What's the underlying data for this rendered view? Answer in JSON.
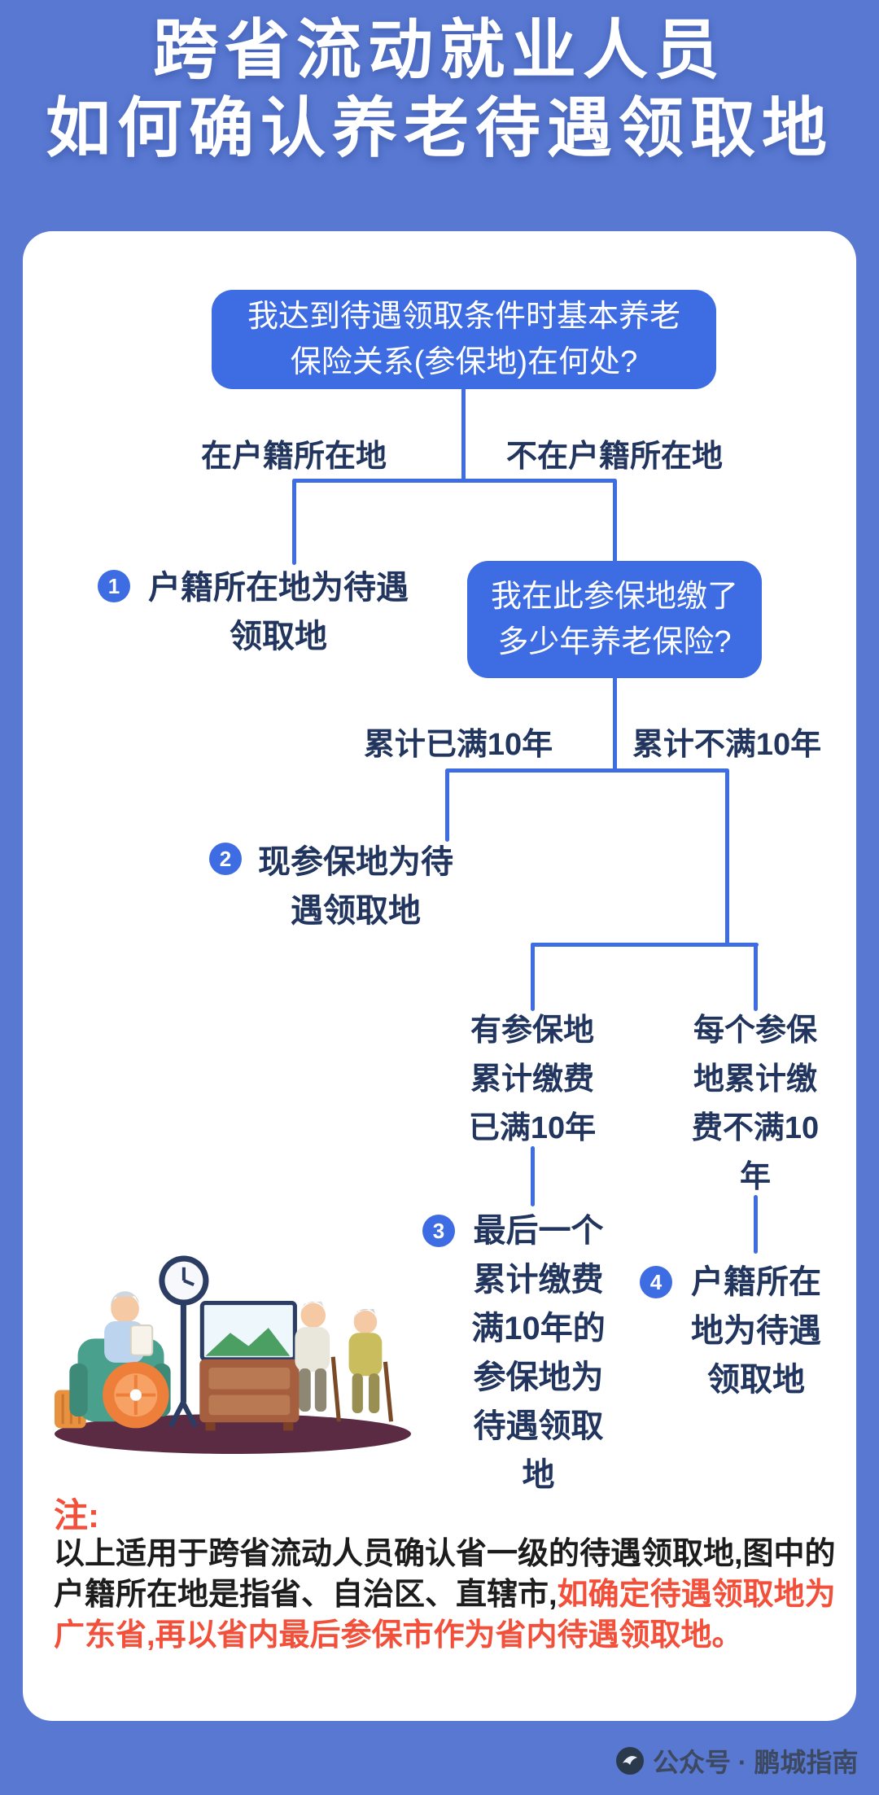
{
  "header": {
    "title_line1": "跨省流动就业人员",
    "title_line2": "如何确认养老待遇领取地"
  },
  "flowchart": {
    "q1_lines": [
      "我达到待遇领取条件时基本养老",
      "保险关系(参保地)在何处?"
    ],
    "branch_left": "在户籍所在地",
    "branch_right": "不在户籍所在地",
    "step1": {
      "num": "1",
      "lines": [
        "户籍所在地为待遇",
        "领取地"
      ]
    },
    "q2_lines": [
      "我在此参保地缴了",
      "多少年养老保险?"
    ],
    "branch2_left": "累计已满10年",
    "branch2_right": "累计不满10年",
    "step2": {
      "num": "2",
      "lines": [
        "现参保地为待",
        "遇领取地"
      ]
    },
    "cond_left_lines": [
      "有参保地",
      "累计缴费",
      "已满10年"
    ],
    "cond_right_lines": [
      "每个参保",
      "地累计缴",
      "费不满10",
      "年"
    ],
    "step3": {
      "num": "3",
      "lines": [
        "最后一个",
        "累计缴费",
        "满10年的",
        "参保地为",
        "待遇领取",
        "地"
      ]
    },
    "step4": {
      "num": "4",
      "lines": [
        "户籍所在",
        "地为待遇",
        "领取地"
      ]
    }
  },
  "note": {
    "label": "注:",
    "text_black": "以上适用于跨省流动人员确认省一级的待遇领取地,图中的户籍所在地是指省、自治区、直辖市,",
    "text_red": "如确定待遇领取地为广东省,再以省内最后参保市作为省内待遇领取地。"
  },
  "footer": {
    "watermark": "公众号 · 鹏城指南"
  },
  "colors": {
    "page_bg": "#5878d2",
    "box_blue": "#3e6ce2",
    "text_navy": "#21355e",
    "note_red": "#f2503a",
    "card_bg": "#ffffff"
  }
}
